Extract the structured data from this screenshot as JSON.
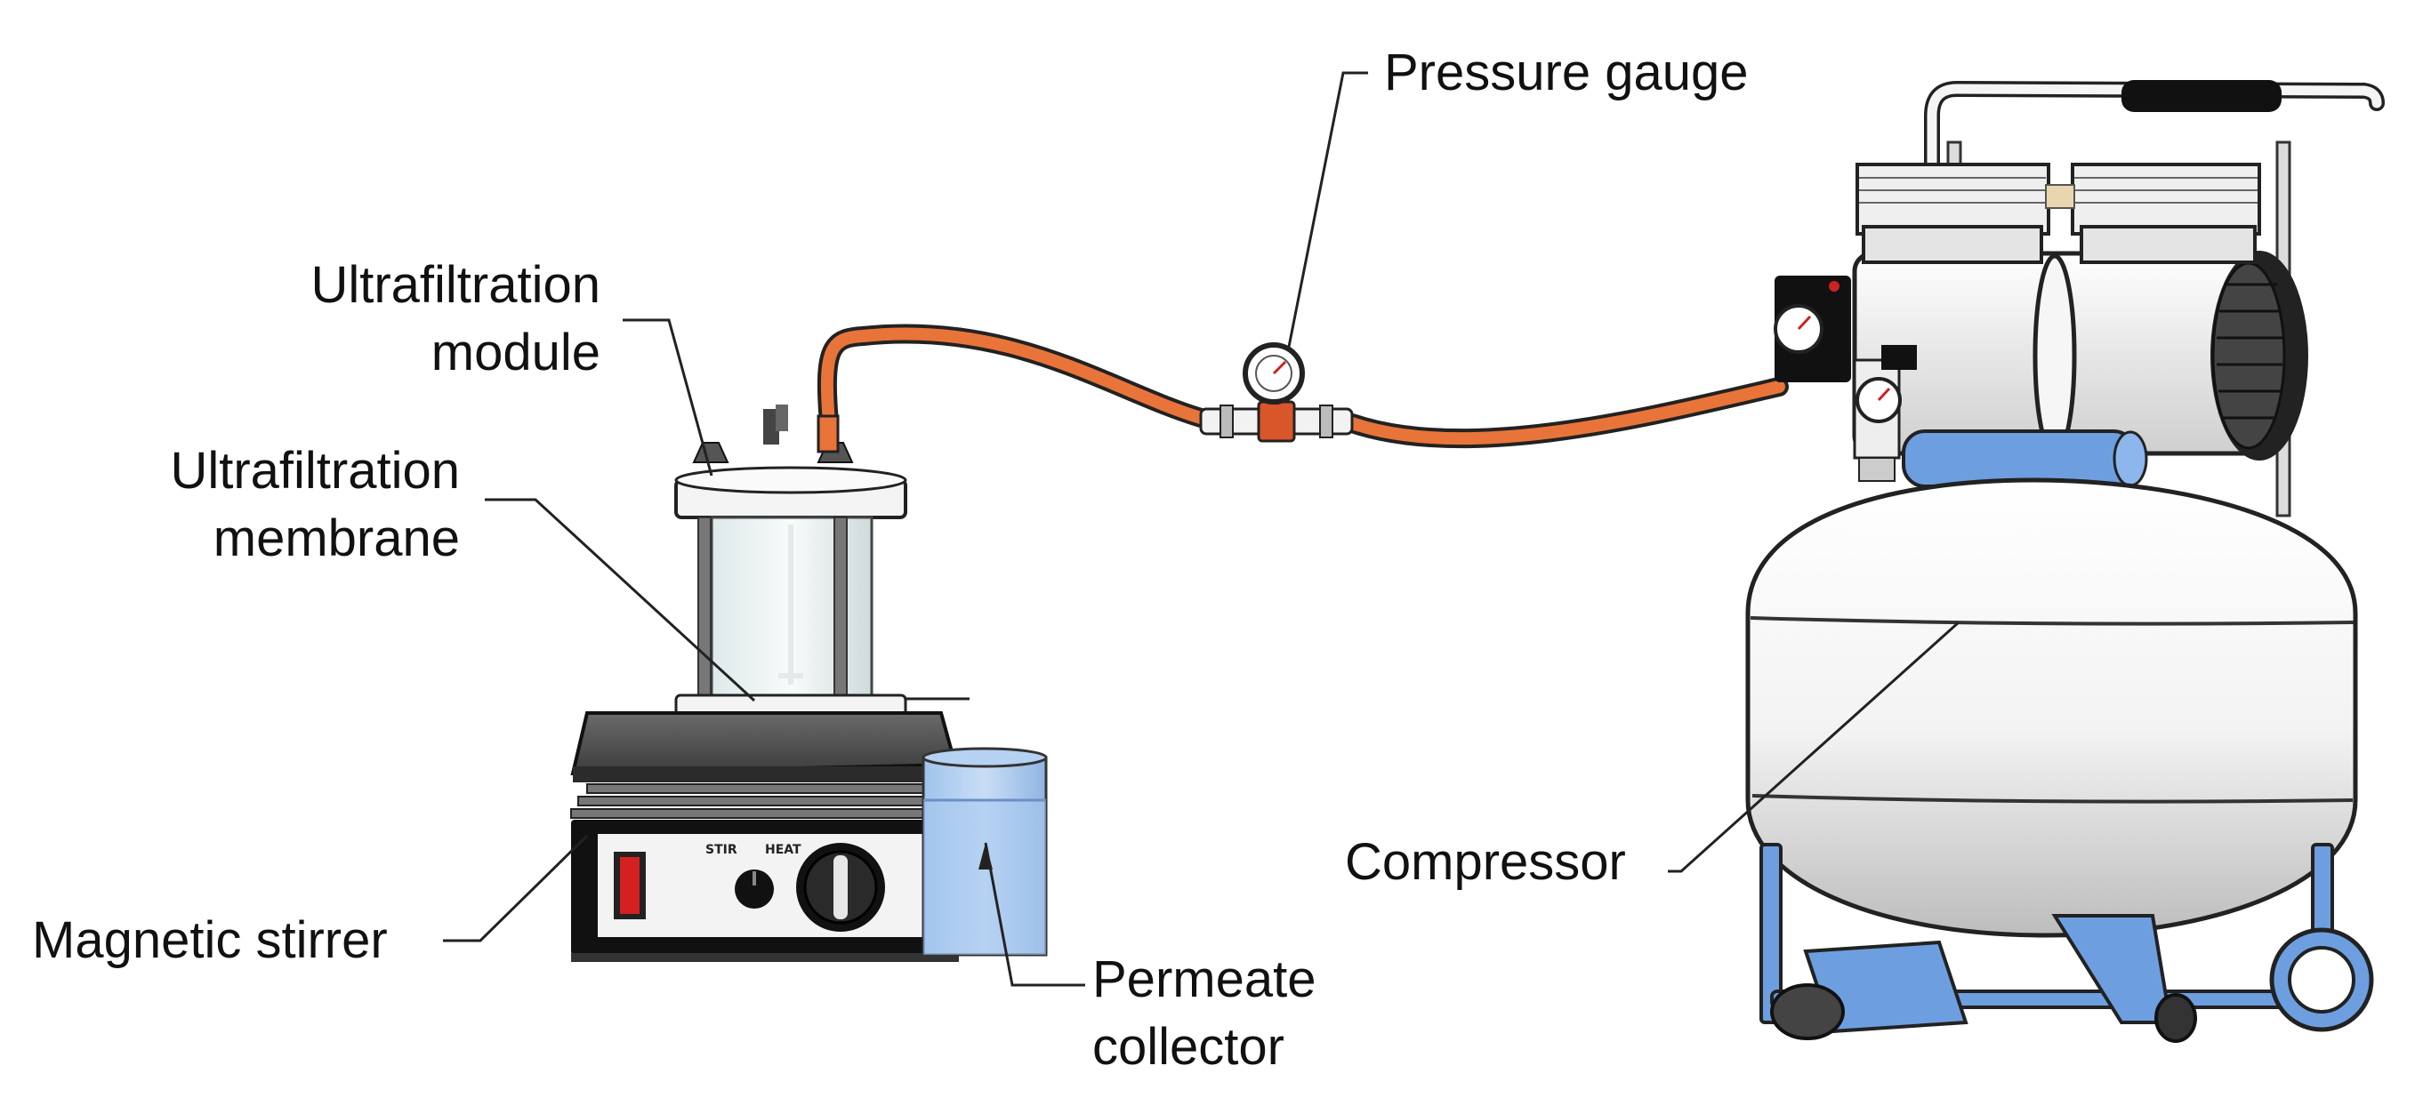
{
  "labels": {
    "pressure_gauge": "Pressure gauge",
    "uf_module": [
      "Ultrafiltration",
      "module"
    ],
    "uf_membrane": [
      "Ultrafiltration",
      "membrane"
    ],
    "magnetic_stirrer": "Magnetic stirrer",
    "permeate_collector": [
      "Permeate",
      "collector"
    ],
    "compressor": "Compressor"
  },
  "stirrer_panel": {
    "stir_label": "STIR",
    "heat_label": "HEAT"
  },
  "colors": {
    "hose": "#e8743a",
    "blue_parts": "#6d9fe0",
    "tank": "#f2f2f2",
    "outline": "#222222",
    "switch": "#d42020"
  }
}
